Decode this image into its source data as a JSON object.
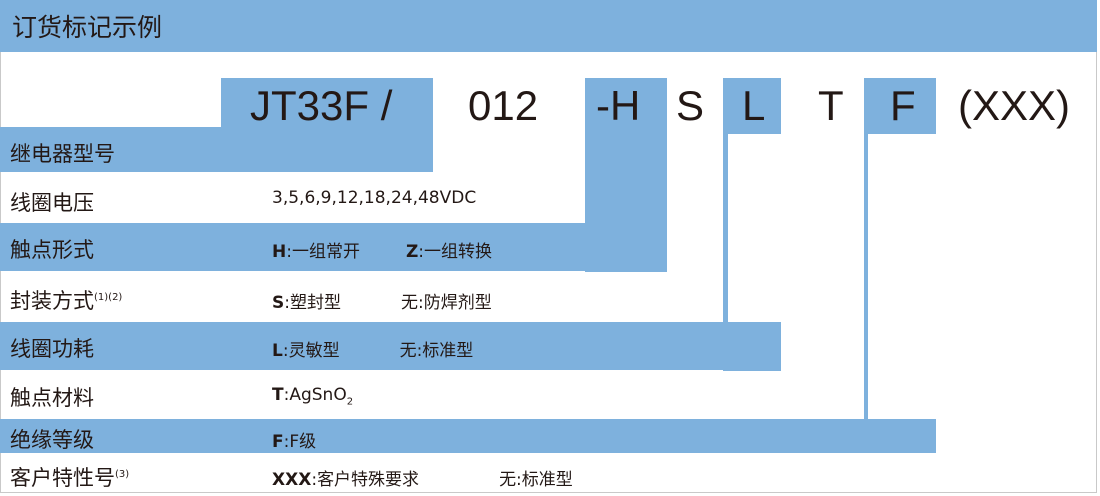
{
  "header": {
    "title": "订货标记示例"
  },
  "code": {
    "model": "JT33F /",
    "voltage": "012",
    "contact": "-H",
    "package": "S",
    "coil": "L",
    "material": "T",
    "insulation": "F",
    "customer": "(XXX)"
  },
  "rows": [
    {
      "label": "继电器型号"
    },
    {
      "label": "线圈电压",
      "desc": "3,5,6,9,12,18,24,48VDC"
    },
    {
      "label": "触点形式",
      "opt1_key": "H",
      "opt1_sep": ":",
      "opt1_text": "一组常开",
      "opt2_key": "Z",
      "opt2_sep": ":",
      "opt2_text": "一组转换"
    },
    {
      "label": "封装方式",
      "label_sup": "(1)(2)",
      "opt1_key": "S",
      "opt1_sep": ":",
      "opt1_text": "塑封型",
      "opt2_text": "无:防焊剂型"
    },
    {
      "label": "线圈功耗",
      "opt1_key": "L",
      "opt1_sep": ":",
      "opt1_text": "灵敏型",
      "opt2_text": "无:标准型"
    },
    {
      "label": "触点材料",
      "opt1_key": "T",
      "opt1_sep": ":",
      "opt1_text": "AgSnO",
      "opt1_sub": "2"
    },
    {
      "label": "绝缘等级",
      "opt1_key": "F",
      "opt1_sep": ":",
      "opt1_text": "F级"
    },
    {
      "label": "客户特性号",
      "label_sup": "(3)",
      "opt1_key": "XXX",
      "opt1_sep": ":",
      "opt1_text": "客户特殊要求",
      "opt2_text": "无:标准型"
    }
  ],
  "colors": {
    "band": "#7eb1dd",
    "text": "#231815",
    "background": "#ffffff"
  }
}
